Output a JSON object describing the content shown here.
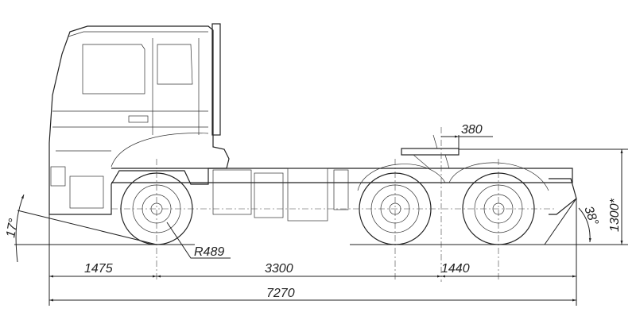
{
  "title": "Truck tractor dimensional drawing",
  "dimensions": {
    "front_overhang": "1475",
    "wheelbase": "3300",
    "tandem_spacing": "1440",
    "overall_length": "7270",
    "fifth_wheel_offset": "380",
    "fifth_wheel_height": "1300*",
    "approach_angle": "17°",
    "departure_angle": "38°",
    "wheel_radius": "R489"
  },
  "colors": {
    "line": "#222222",
    "background": "#ffffff"
  }
}
